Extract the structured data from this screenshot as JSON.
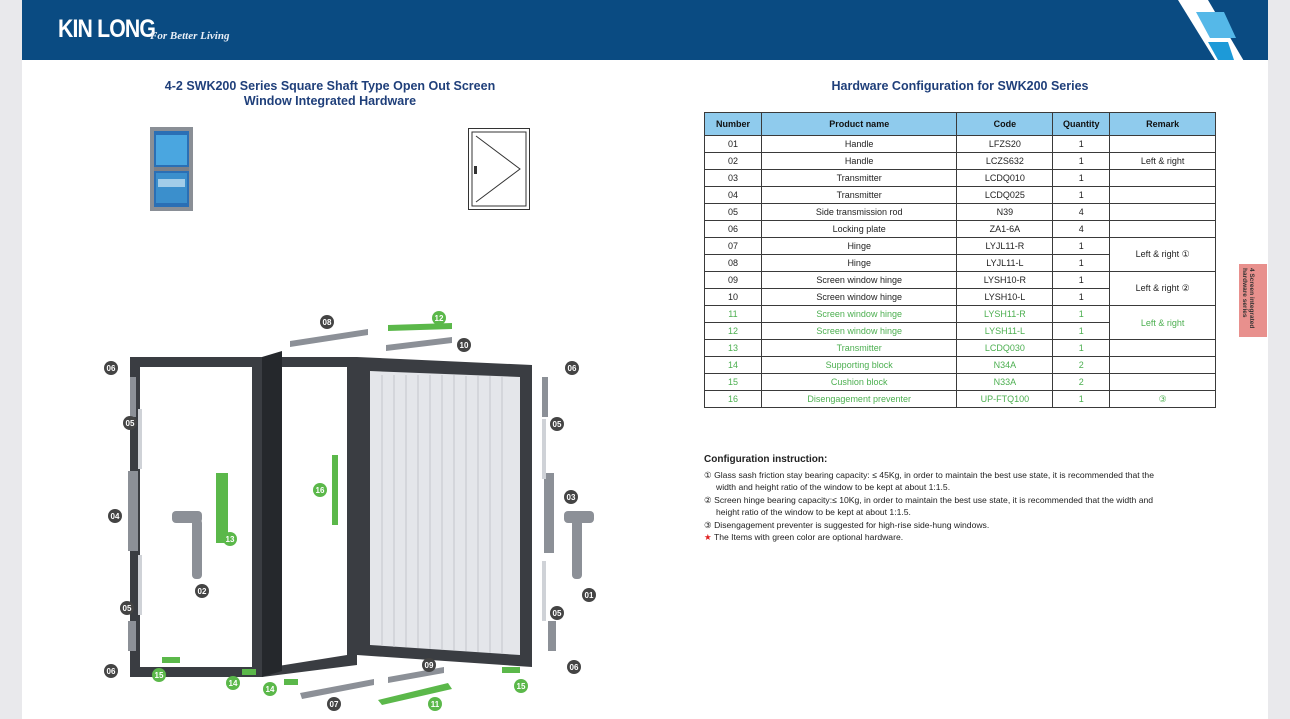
{
  "brand": {
    "logo": "KIN LONG",
    "tagline": "For Better Living"
  },
  "left_title": "4-2  SWK200 Series Square Shaft Type Open Out Screen Window Integrated Hardware",
  "right_title": "Hardware Configuration for SWK200 Series",
  "side_tab": "4 Screen integrated hardware series",
  "table": {
    "headers": [
      "Number",
      "Product name",
      "Code",
      "Quantity",
      "Remark"
    ],
    "rows": [
      {
        "number": "01",
        "name": "Handle",
        "code": "LFZS20",
        "qty": "1",
        "remark": "",
        "optional": false
      },
      {
        "number": "02",
        "name": "Handle",
        "code": "LCZS632",
        "qty": "1",
        "remark": "Left & right",
        "optional": false
      },
      {
        "number": "03",
        "name": "Transmitter",
        "code": "LCDQ010",
        "qty": "1",
        "remark": "",
        "optional": false
      },
      {
        "number": "04",
        "name": "Transmitter",
        "code": "LCDQ025",
        "qty": "1",
        "remark": "",
        "optional": false
      },
      {
        "number": "05",
        "name": "Side transmission rod",
        "code": "N39",
        "qty": "4",
        "remark": "",
        "optional": false
      },
      {
        "number": "06",
        "name": "Locking plate",
        "code": "ZA1-6A",
        "qty": "4",
        "remark": "",
        "optional": false
      },
      {
        "number": "07",
        "name": "Hinge",
        "code": "LYJL11-R",
        "qty": "1",
        "remark": "Left & right ①",
        "optional": false
      },
      {
        "number": "08",
        "name": "Hinge",
        "code": "LYJL11-L",
        "qty": "1",
        "remark": "",
        "optional": false
      },
      {
        "number": "09",
        "name": "Screen window hinge",
        "code": "LYSH10-R",
        "qty": "1",
        "remark": "Left & right ②",
        "optional": false
      },
      {
        "number": "10",
        "name": "Screen window hinge",
        "code": "LYSH10-L",
        "qty": "1",
        "remark": "",
        "optional": false
      },
      {
        "number": "11",
        "name": "Screen window hinge",
        "code": "LYSH11-R",
        "qty": "1",
        "remark": "Left & right",
        "optional": true
      },
      {
        "number": "12",
        "name": "Screen window hinge",
        "code": "LYSH11-L",
        "qty": "1",
        "remark": "",
        "optional": true
      },
      {
        "number": "13",
        "name": "Transmitter",
        "code": "LCDQ030",
        "qty": "1",
        "remark": "",
        "optional": true
      },
      {
        "number": "14",
        "name": "Supporting block",
        "code": "N34A",
        "qty": "2",
        "remark": "",
        "optional": true
      },
      {
        "number": "15",
        "name": "Cushion block",
        "code": "N33A",
        "qty": "2",
        "remark": "",
        "optional": true
      },
      {
        "number": "16",
        "name": "Disengagement preventer",
        "code": "UP-FTQ100",
        "qty": "1",
        "remark": "③",
        "optional": true
      }
    ]
  },
  "config": {
    "heading": "Configuration instruction:",
    "line1a": "① Glass sash friction stay bearing capacity: ≤ 45Kg, in order to maintain the best use state, it is recommended that the",
    "line1b": "width and height ratio of the window to be kept at about 1:1.5.",
    "line2a": "② Screen hinge bearing capacity:≤ 10Kg, in order to maintain the best use state, it is recommended that the width and",
    "line2b": "height ratio of the window to be kept at about 1:1.5.",
    "line3": "③ Disengagement preventer is suggested for high-rise side-hung windows.",
    "star": "★",
    "line4": "The Items with green color are optional hardware."
  },
  "diagram_labels": {
    "l01": "01",
    "l02": "02",
    "l03": "03",
    "l04": "04",
    "l05a": "05",
    "l05b": "05",
    "l05c": "05",
    "l05d": "05",
    "l06a": "06",
    "l06b": "06",
    "l06c": "06",
    "l06d": "06",
    "l07": "07",
    "l08": "08",
    "l09": "09",
    "l10": "10",
    "l11": "11",
    "l12": "12",
    "l13": "13",
    "l14a": "14",
    "l14b": "14",
    "l15a": "15",
    "l15b": "15",
    "l16": "16"
  },
  "colors": {
    "header": "#0a4b82",
    "accent_blue": "#1f3f7a",
    "table_header": "#8fcbed",
    "optional_green": "#4caf50",
    "tab_pink": "#e8908d"
  }
}
